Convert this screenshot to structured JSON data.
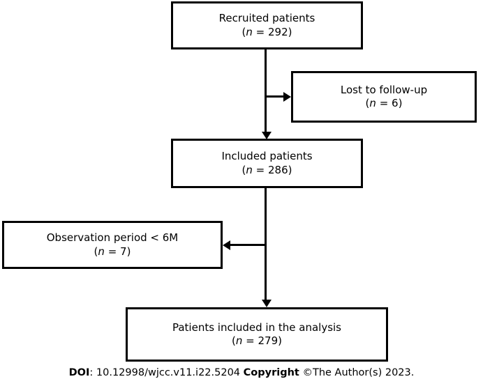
{
  "figure": {
    "type": "flowchart",
    "nodes": [
      {
        "id": "recruited",
        "label": "Recruited patients",
        "count_prefix": "(",
        "count_var": "n",
        "count_eq": " = ",
        "count_value": "292",
        "count_suffix": ")"
      },
      {
        "id": "lost",
        "label": "Lost to follow-up",
        "count_prefix": "(",
        "count_var": "n",
        "count_eq": " = ",
        "count_value": "6",
        "count_suffix": ")"
      },
      {
        "id": "included",
        "label": "Included patients",
        "count_prefix": "(",
        "count_var": "n",
        "count_eq": " = ",
        "count_value": "286",
        "count_suffix": ")"
      },
      {
        "id": "observation",
        "label": "Observation period < 6M",
        "count_prefix": "(",
        "count_var": "n",
        "count_eq": " = ",
        "count_value": "7",
        "count_suffix": ")"
      },
      {
        "id": "analysis",
        "label": "Patients included in the analysis",
        "count_prefix": "(",
        "count_var": "n",
        "count_eq": " = ",
        "count_value": "279",
        "count_suffix": ")"
      }
    ],
    "edges": [
      {
        "from": "recruited",
        "to": "included",
        "direction": "down"
      },
      {
        "from": "recruited",
        "to": "lost",
        "direction": "right"
      },
      {
        "from": "included",
        "to": "analysis",
        "direction": "down"
      },
      {
        "from": "included",
        "to": "observation",
        "direction": "left"
      }
    ],
    "colors": {
      "stroke": "#000000",
      "fill": "#ffffff",
      "text": "#000000"
    }
  },
  "footer": {
    "doi_label": "DOI",
    "doi_separator": ": ",
    "doi_value": "10.12998/wjcc.v11.i22.5204",
    "copyright_label": "Copyright",
    "copyright_value": " ©The Author(s) 2023."
  }
}
